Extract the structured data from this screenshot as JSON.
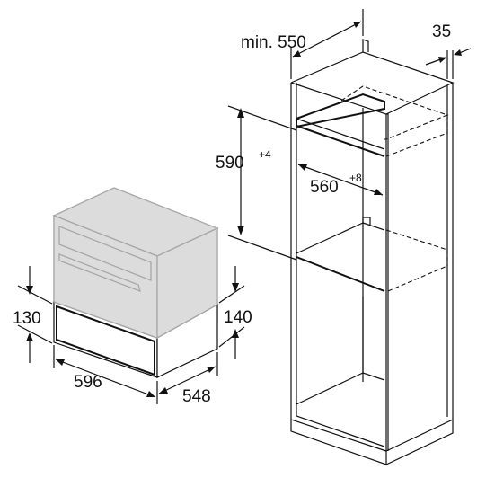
{
  "dimensions": {
    "niche_depth": "min. 550",
    "rear_gap": "35",
    "niche_height": "590",
    "niche_height_tolerance": "+4",
    "niche_width": "560",
    "niche_width_tolerance": "+8",
    "drawer_height_front": "130",
    "drawer_height_side": "140",
    "drawer_width": "596",
    "drawer_depth": "548"
  },
  "colors": {
    "line": "#111111",
    "ghost_appliance": "#dcdcdc",
    "ghost_outline": "#a8a8a8",
    "background": "#ffffff"
  }
}
